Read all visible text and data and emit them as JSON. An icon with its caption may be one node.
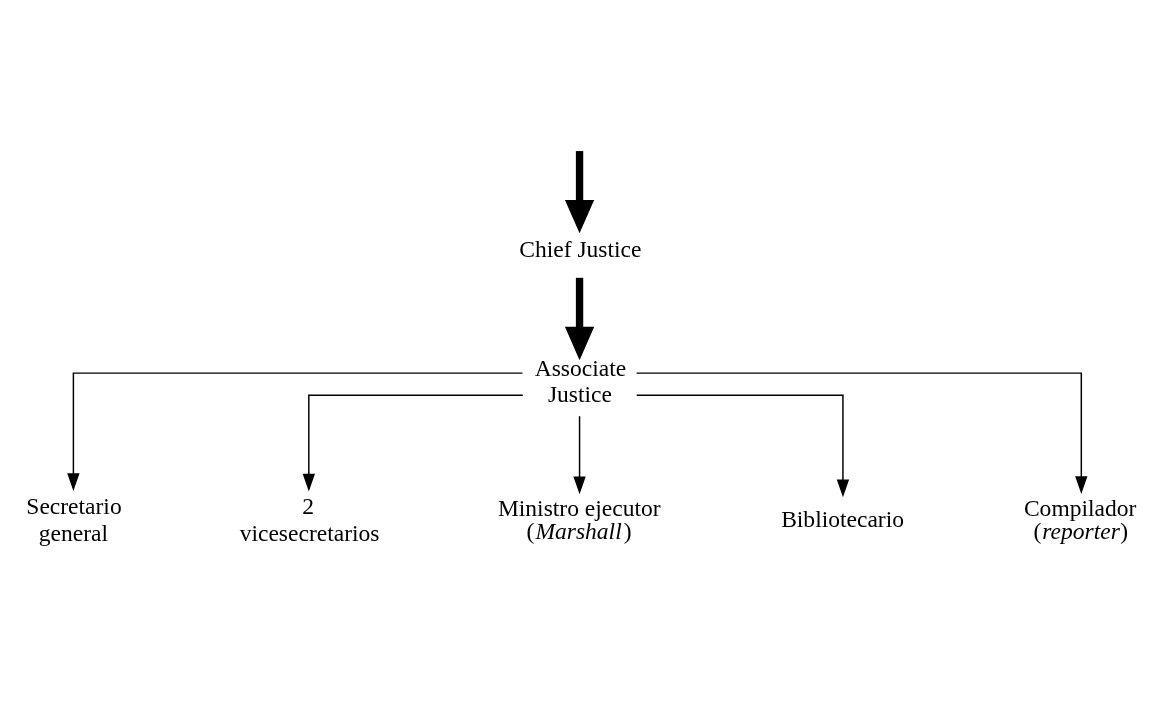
{
  "diagram": {
    "nodes": [
      {
        "text": [
          "Chief Justice"
        ]
      },
      {
        "text": [
          "Associate Justice"
        ]
      },
      {
        "text": [
          "Secretario general"
        ]
      },
      {
        "text": [
          "2 vicesecretarios"
        ]
      },
      {
        "text": [
          "Ministro ejecutor (*Marshall*)"
        ]
      },
      {
        "text": [
          "Bibliotecario"
        ]
      },
      {
        "text": [
          "Compilador (*reporter*)"
        ]
      }
    ],
    "edges": [
      {
        "from": null,
        "to": 0,
        "arrow": "to",
        "style": "thick"
      },
      {
        "from": 0,
        "to": 1,
        "arrow": "to",
        "style": "thick"
      },
      {
        "from": 1,
        "to": 2,
        "arrow": "to"
      },
      {
        "from": 1,
        "to": 3,
        "arrow": "to"
      },
      {
        "from": 1,
        "to": 4,
        "arrow": "to"
      },
      {
        "from": 1,
        "to": 5,
        "arrow": "to"
      },
      {
        "from": 1,
        "to": 6,
        "arrow": "to"
      }
    ]
  }
}
